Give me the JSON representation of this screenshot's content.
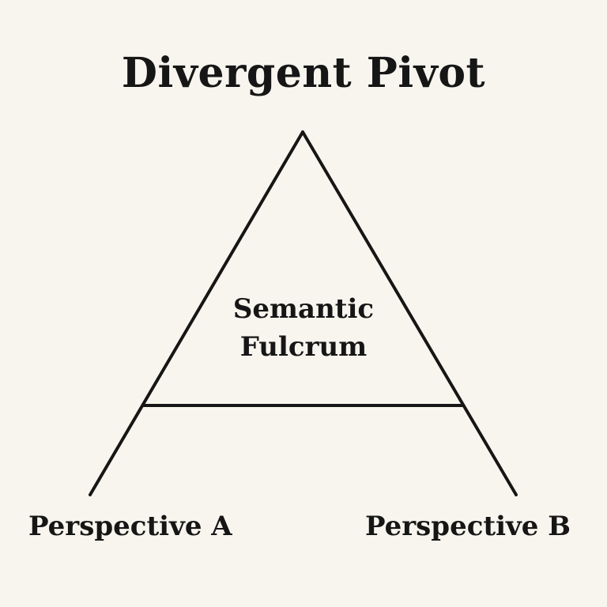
{
  "title": "Divergent Pivot",
  "center": {
    "line1": "Semantic",
    "line2": "Fulcrum"
  },
  "left_label": "Perspective A",
  "right_label": "Perspective B",
  "colors": {
    "background": "#f8f5ee",
    "ink": "#161616"
  }
}
